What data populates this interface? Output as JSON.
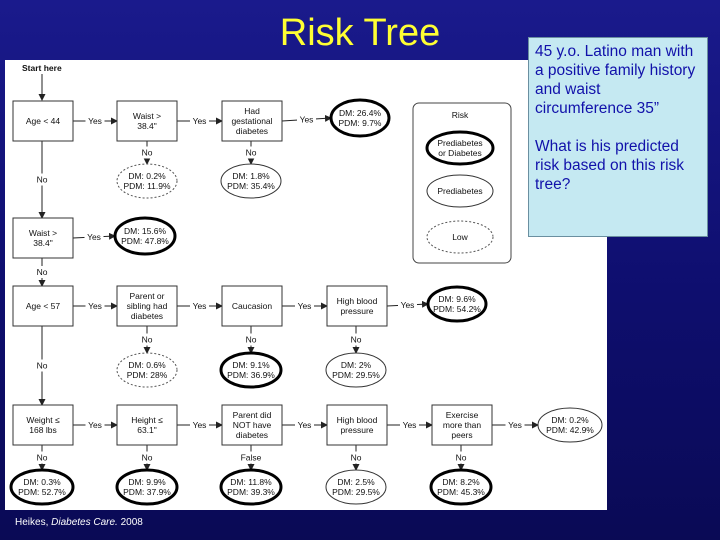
{
  "title": "Risk Tree",
  "callout": {
    "line1": "45 y.o. Latino man with a positive family history and waist circumference  35”",
    "line2": "What is his predicted risk based on this risk tree?"
  },
  "citation": {
    "author": "Heikes, ",
    "journal": "Diabetes Care.",
    "year": " 2008"
  },
  "tree": {
    "start": "Start here",
    "boxes": {
      "age44": [
        "Age < 44"
      ],
      "waist1": [
        "Waist >",
        "38.4\""
      ],
      "gest": [
        "Had",
        "gestational",
        "diabetes"
      ],
      "waist2": [
        "Waist >",
        "38.4\""
      ],
      "age57": [
        "Age < 57"
      ],
      "parent": [
        "Parent or",
        "sibling had",
        "diabetes"
      ],
      "cauc": [
        "Caucasion"
      ],
      "hbp1": [
        "High blood",
        "pressure"
      ],
      "weight": [
        "Weight ≤",
        "168 lbs"
      ],
      "height": [
        "Height ≤",
        "63.1\""
      ],
      "parentnot": [
        "Parent did",
        "NOT have",
        "diabetes"
      ],
      "hbp2": [
        "High blood",
        "pressure"
      ],
      "exercise": [
        "Exercise",
        "more than",
        "peers"
      ]
    },
    "outcomes": {
      "o1": [
        "DM: 26.4%",
        "PDM: 9.7%"
      ],
      "o2": [
        "DM: 0.2%",
        "PDM: 11.9%"
      ],
      "o3": [
        "DM: 1.8%",
        "PDM: 35.4%"
      ],
      "o4": [
        "DM: 15.6%",
        "PDM: 47.8%"
      ],
      "o5": [
        "DM: 9.6%",
        "PDM: 54.2%"
      ],
      "o6": [
        "DM: 0.6%",
        "PDM: 28%"
      ],
      "o7": [
        "DM: 9.1%",
        "PDM: 36.9%"
      ],
      "o8": [
        "DM: 2%",
        "PDM: 29.5%"
      ],
      "o9": [
        "DM: 0.2%",
        "PDM: 42.9%"
      ],
      "o10": [
        "DM: 0.3%",
        "PDM: 52.7%"
      ],
      "o11": [
        "DM: 9.9%",
        "PDM: 37.9%"
      ],
      "o12": [
        "DM: 11.8%",
        "PDM: 39.3%"
      ],
      "o13": [
        "DM: 2.5%",
        "PDM: 29.5%"
      ],
      "o14": [
        "DM: 8.2%",
        "PDM: 45.3%"
      ]
    },
    "edge_labels": {
      "yes": "Yes",
      "no": "No",
      "false": "False"
    },
    "legend": {
      "title": "Risk",
      "high": [
        "Prediabetes",
        "or Diabetes"
      ],
      "medium": [
        "Prediabetes"
      ],
      "low": [
        "Low"
      ]
    }
  }
}
